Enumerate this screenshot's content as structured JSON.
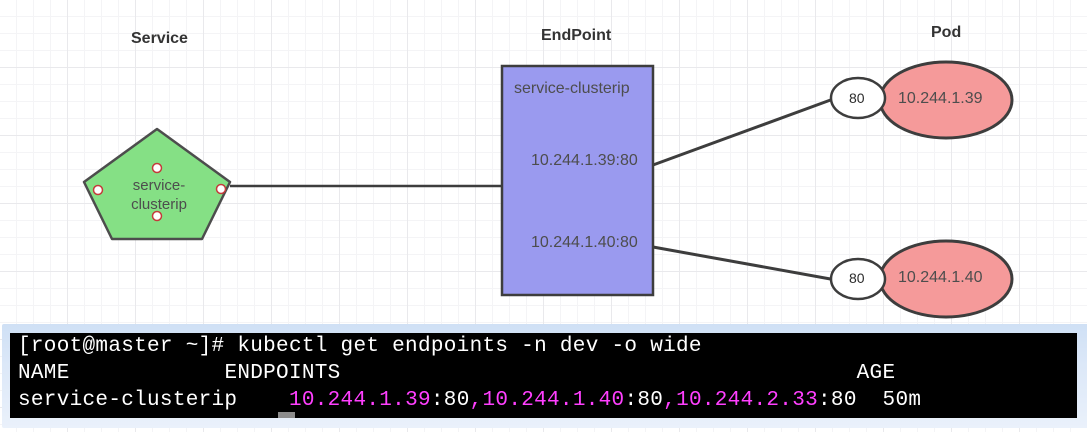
{
  "diagram": {
    "titles": {
      "service": "Service",
      "endpoint": "EndPoint",
      "pod": "Pod"
    },
    "service_node": {
      "label_line1": "service-",
      "label_line2": "clusterip",
      "shape": "pentagon",
      "fill": "#85e085",
      "stroke": "#4d4d4d"
    },
    "endpoint_node": {
      "name": "service-clusterip",
      "entries": [
        "10.244.1.39:80",
        "10.244.1.40:80"
      ],
      "shape": "rectangle",
      "fill": "#9a9aef",
      "stroke": "#3d3d3d"
    },
    "pods": [
      {
        "ip": "10.244.1.39",
        "port": "80",
        "fill": "#f59a9a",
        "stroke": "#3d3d3d"
      },
      {
        "ip": "10.244.1.40",
        "port": "80",
        "fill": "#f59a9a",
        "stroke": "#3d3d3d"
      }
    ]
  },
  "terminal": {
    "prompt_line": "[root@master ~]# kubectl get endpoints -n dev -o wide",
    "header": {
      "name": "NAME",
      "endpoints": "ENDPOINTS",
      "age": "AGE"
    },
    "row": {
      "name": "service-clusterip",
      "endpoints": [
        {
          "ip": "10.244.1.39",
          "port": ":80"
        },
        {
          "ip": "10.244.1.40",
          "port": ":80"
        },
        {
          "ip": "10.244.2.33",
          "port": ":80"
        }
      ],
      "separator": ",",
      "age": "50m"
    },
    "colors": {
      "background": "#000000",
      "text": "#ffffff",
      "ip": "#ff3fff"
    }
  }
}
